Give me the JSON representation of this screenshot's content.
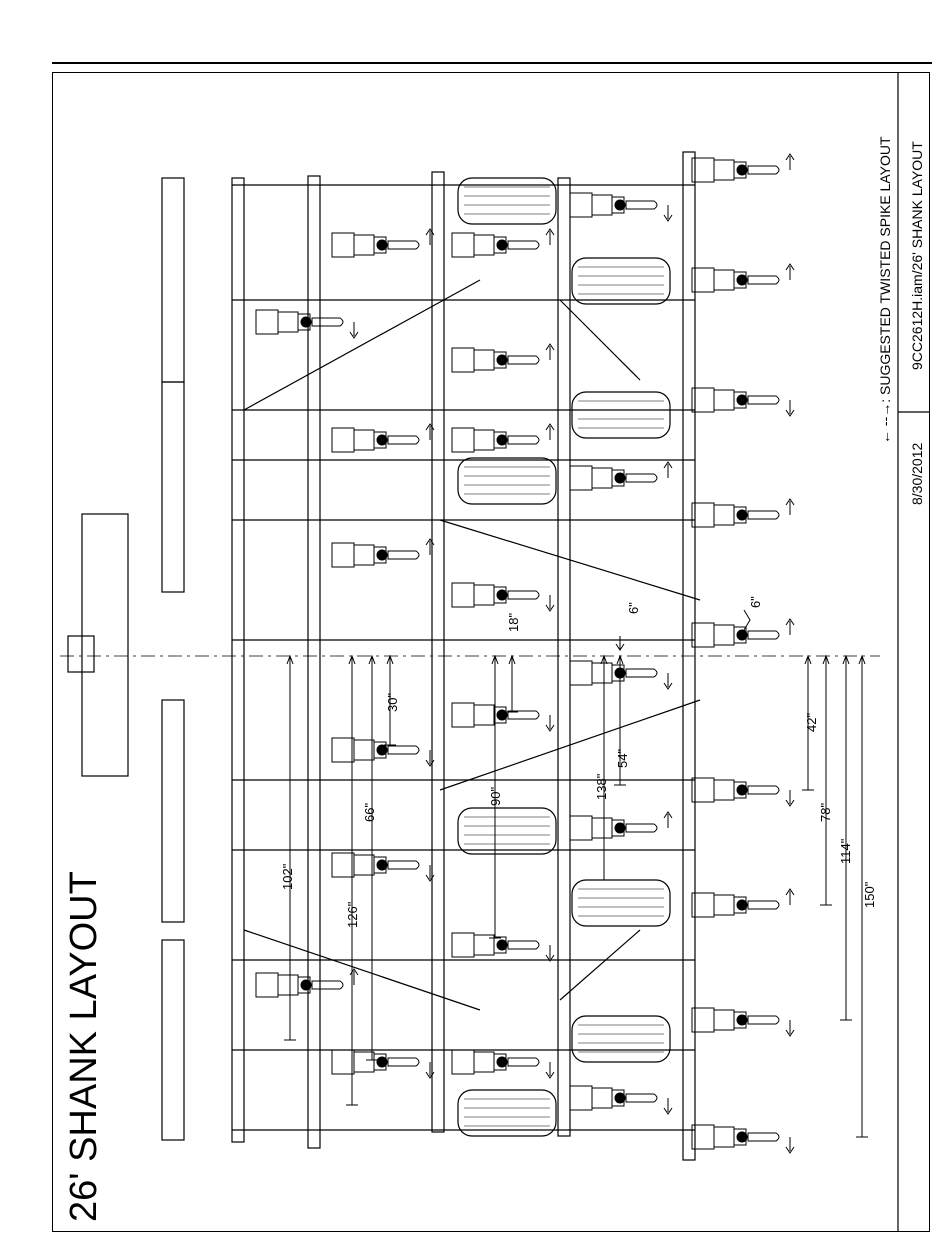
{
  "page": {
    "title": "26' SHANK LAYOUT",
    "legend": "← --→: SUGGESTED TWISTED SPIKE LAYOUT",
    "file_name": "9CC2612H.iam/26' SHANK LAYOUT",
    "date": "8/30/2012"
  },
  "dimensions": {
    "d6a": "6\"",
    "d6b": "6\"",
    "d18": "18\"",
    "d30": "30\"",
    "d42": "42\"",
    "d54": "54\"",
    "d66": "66\"",
    "d78": "78\"",
    "d90": "90\"",
    "d102": "102\"",
    "d114": "114\"",
    "d126": "126\"",
    "d138": "138\"",
    "d150": "150\""
  },
  "colors": {
    "line": "#000000",
    "paper": "#ffffff"
  }
}
